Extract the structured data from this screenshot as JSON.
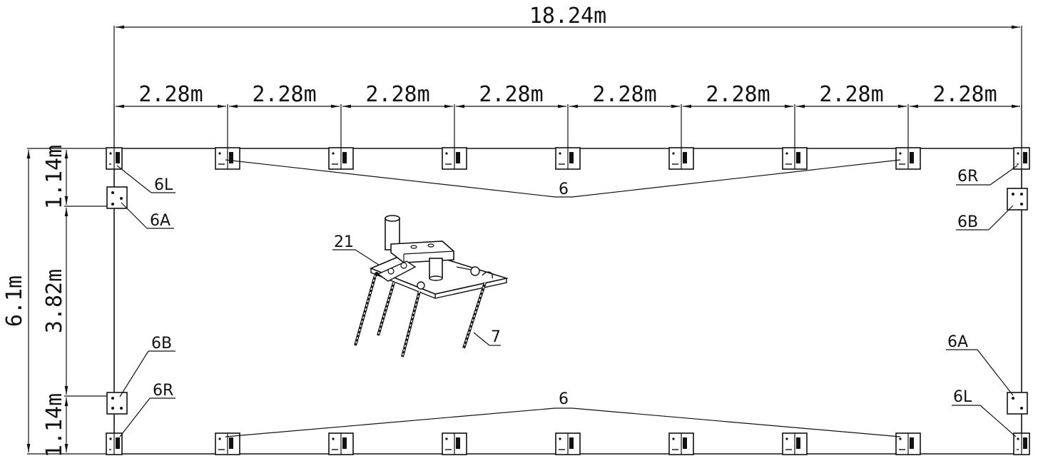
{
  "dimensions": {
    "overall_width": "18.24m",
    "span": "2.28m",
    "span_count": 8,
    "overall_height": "6.1m",
    "top_gap": "1.14m",
    "middle_gap": "3.82m",
    "bottom_gap": "1.14m"
  },
  "labels": {
    "top_left_corner": "6L",
    "top_right_corner": "6R",
    "left_upper_side": "6A",
    "right_upper_side": "6B",
    "top_plates": "6",
    "bottom_plates": "6",
    "left_lower_side": "6B",
    "left_bottom_corner": "6R",
    "right_lower_side": "6A",
    "right_bottom_corner": "6L",
    "anchor_part": "21",
    "stake": "7"
  }
}
